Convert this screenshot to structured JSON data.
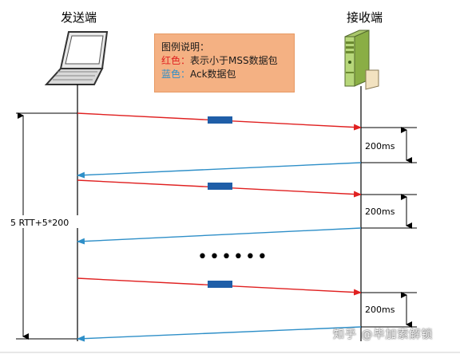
{
  "sender": {
    "title": "发送端",
    "icon": "laptop-icon"
  },
  "receiver": {
    "title": "接收端",
    "icon": "server-icon"
  },
  "legend": {
    "heading": "图例说明：",
    "red_key": "红色：",
    "red_text": "表示小于MSS数据包",
    "blue_key": "蓝色：",
    "blue_text": "Ack数据包"
  },
  "total_time_label": "5 RTT+5*200",
  "delay_labels": [
    "200ms",
    "200ms",
    "200ms"
  ],
  "ellipsis": "••••••",
  "watermark": "知乎 @毕加索解锁",
  "colors": {
    "data_arrow": "#e02020",
    "ack_arrow": "#2e8fc8",
    "packet": "#1f5ea8",
    "legend_bg": "#f4b183"
  }
}
